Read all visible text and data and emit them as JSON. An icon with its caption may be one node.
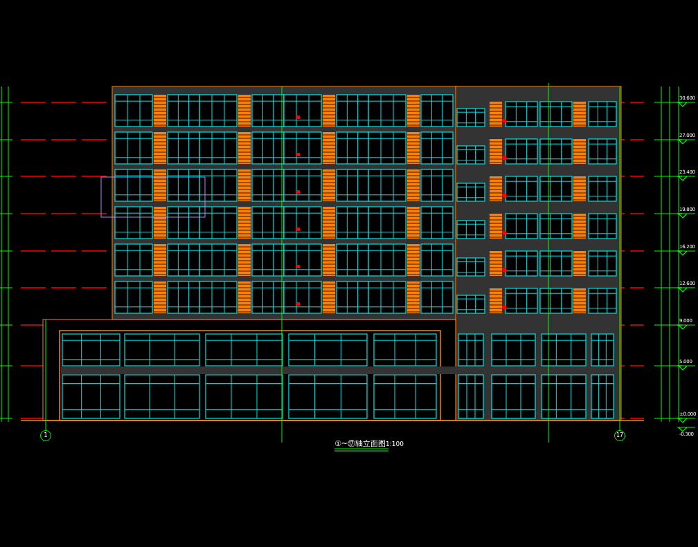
{
  "diagram": {
    "title": "①~⑰轴立面图",
    "labels": [
      "1:100",
      "30.600",
      "27.000",
      "23.400",
      "19.800",
      "16.200",
      "12.600",
      "9.000",
      "5.000",
      "±0.000",
      "-0.300",
      "1",
      "17"
    ]
  }
}
